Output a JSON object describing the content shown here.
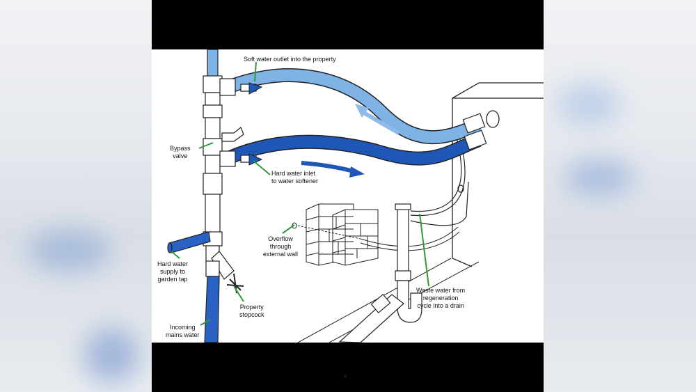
{
  "diagram": {
    "labels": {
      "soft_outlet": "Soft water outlet into the property",
      "bypass_valve": "Bypass\nvalve",
      "hard_inlet": "Hard water inlet\nto water softener",
      "overflow": "Overflow\nthrough\nexternal wall",
      "garden_tap": "Hard water\nsupply to\ngarden tap",
      "stopcock": "Property\nstopcock",
      "mains": "Incoming\nmains water",
      "waste": "Waste water from\nregeneration\ncycle into a drain"
    },
    "footer_mark": "⁴",
    "colors": {
      "soft_pipe": "#7fb2e5",
      "hard_pipe": "#1f57b8",
      "mains_pipe": "#2a62c4",
      "arrow_soft": "#8fbbe8",
      "arrow_hard": "#1f57b8",
      "leader": "#2e9a3a",
      "outline": "#222222"
    }
  }
}
